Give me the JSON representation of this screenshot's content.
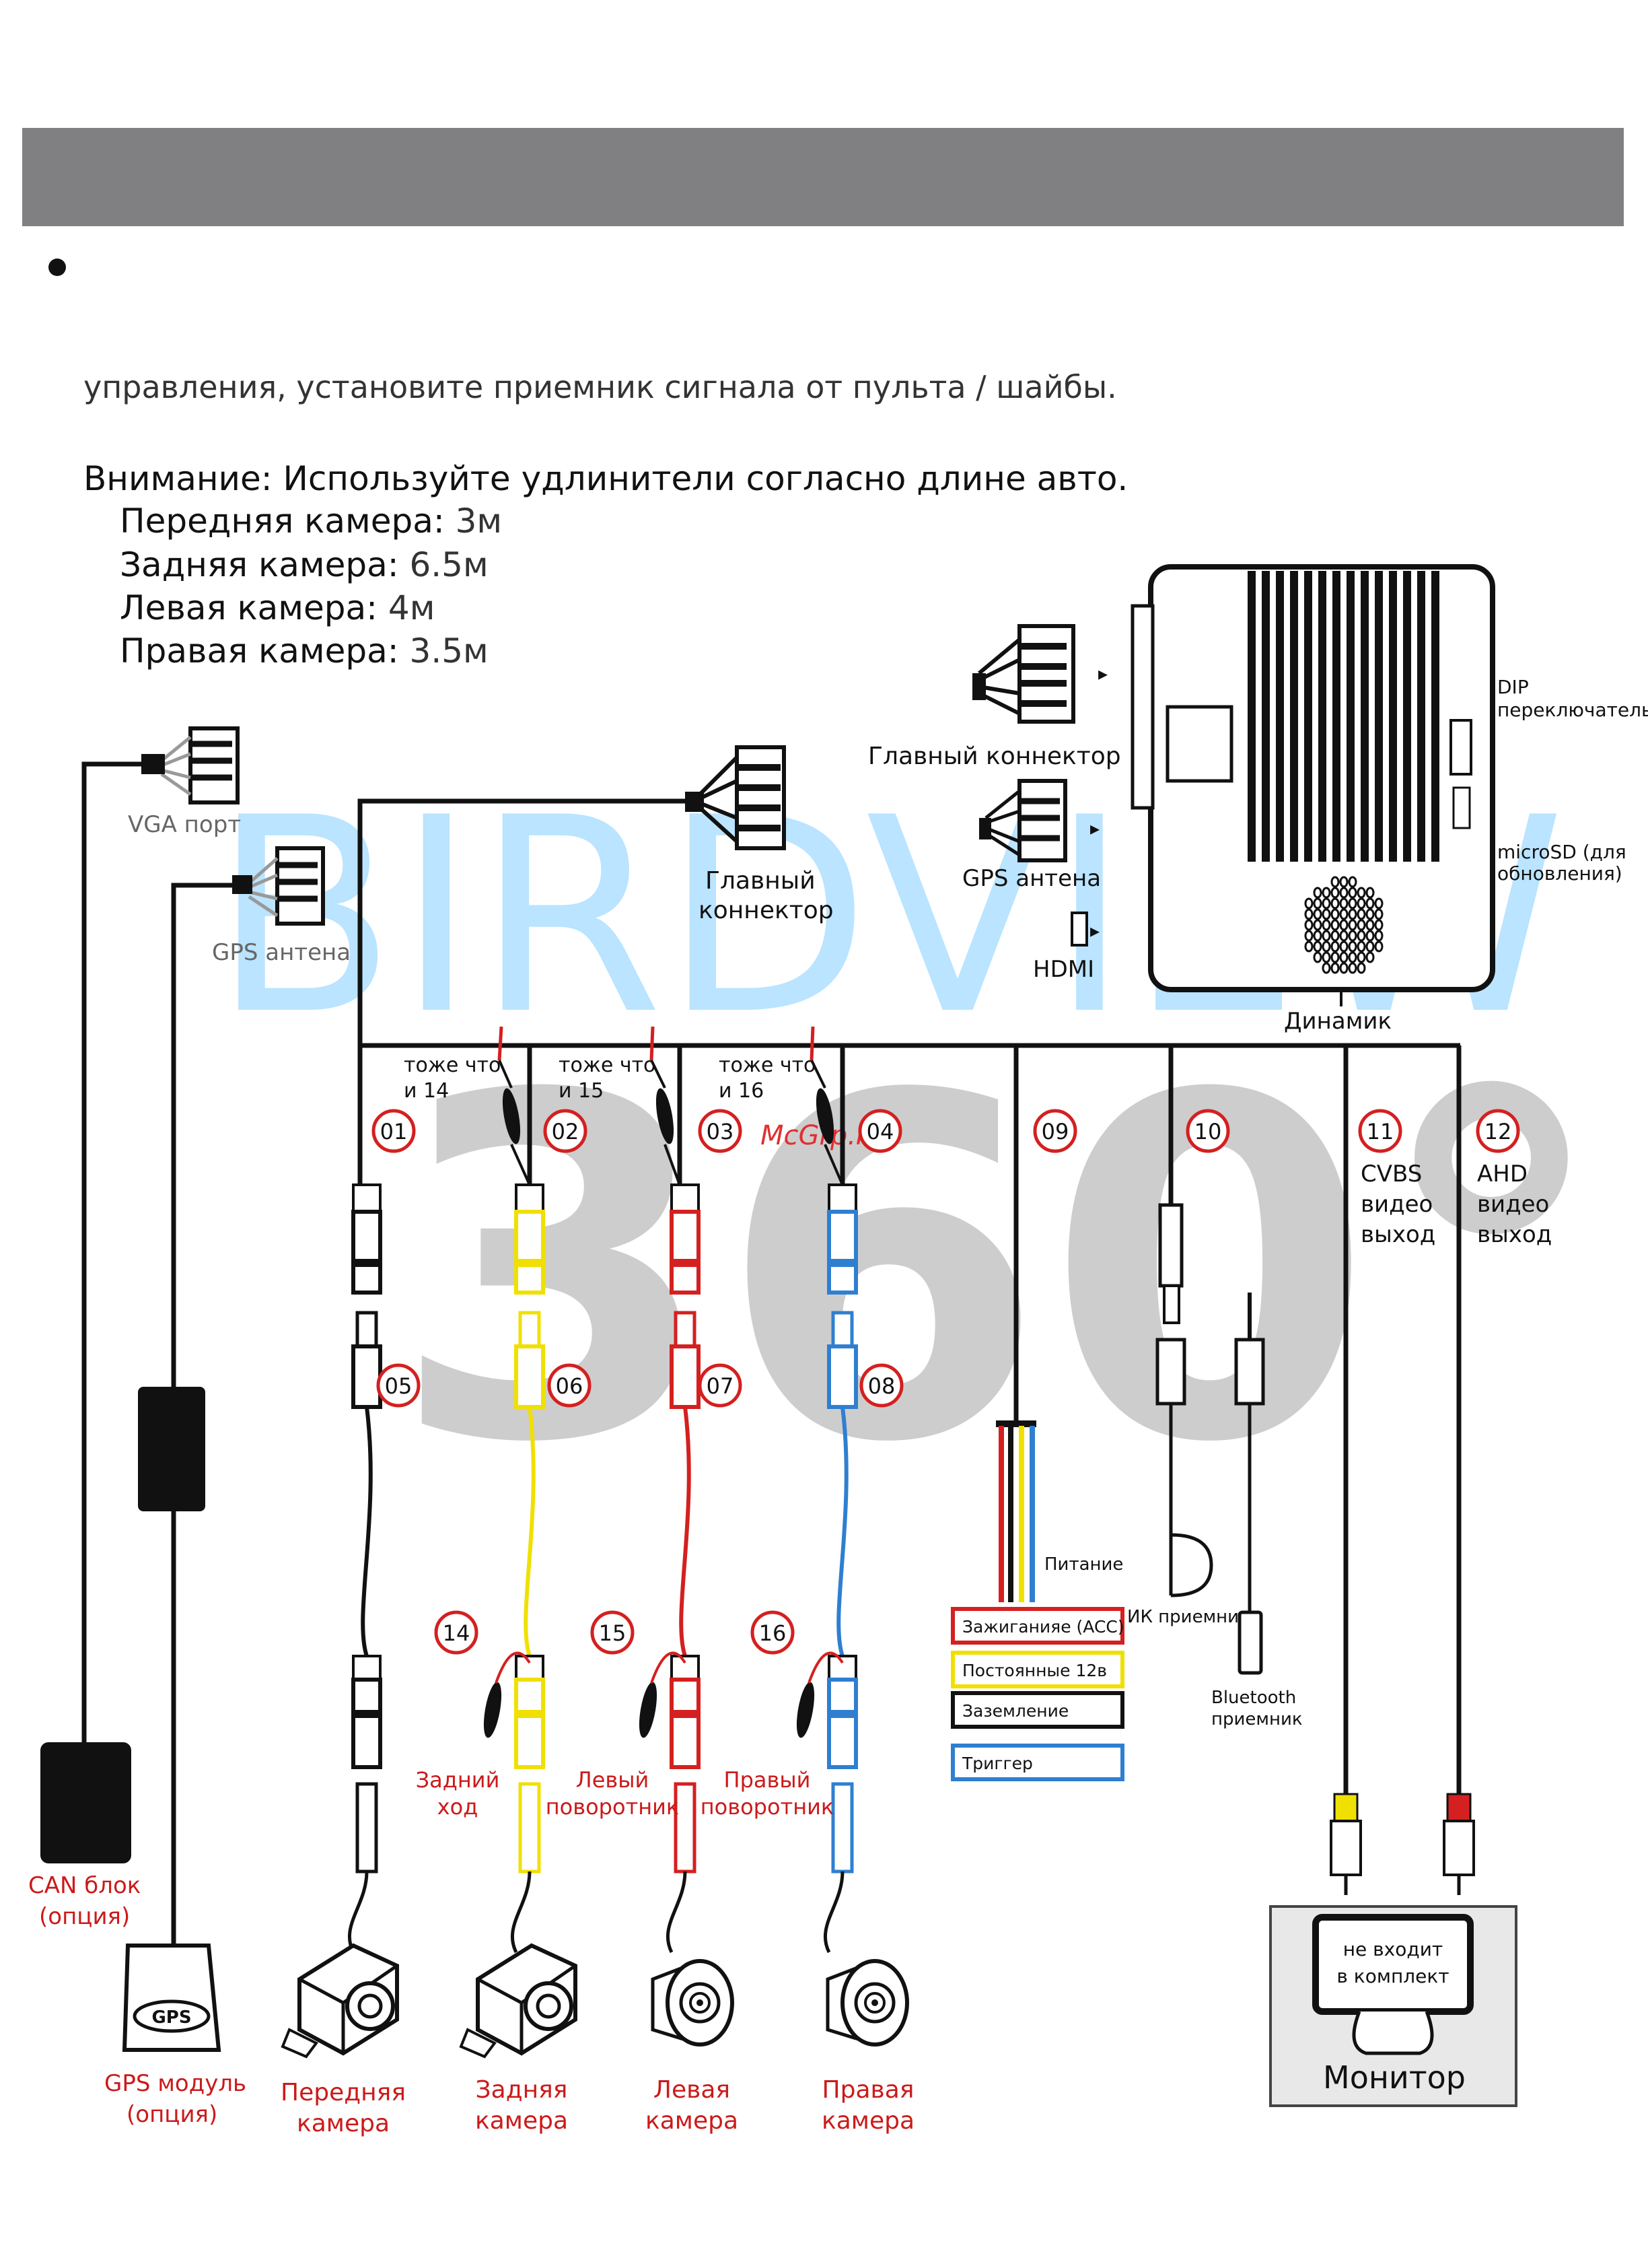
{
  "intro_text": "управления, установите приемник сигнала от пульта / шайбы.",
  "warning": "Внимание: Используйте удлинители согласно длине авто.",
  "camera_lengths": [
    {
      "label": "Передняя камера:",
      "value": "3м"
    },
    {
      "label": "Задняя камера:",
      "value": "6.5м"
    },
    {
      "label": "Левая камера:",
      "value": "4м"
    },
    {
      "label": "Правая камера:",
      "value": "3.5м"
    }
  ],
  "watermark": {
    "brand": "BIRDVIEW",
    "registered": "®",
    "degrees": "360°",
    "site": "McGrp.Ru"
  },
  "unit": {
    "main_connector": "Главный коннектор",
    "gps_antenna": "GPS антена",
    "hdmi": "HDMI",
    "dip": [
      "DIP",
      "переключатель"
    ],
    "microsd": [
      "microSD (для",
      "обновления)"
    ],
    "speaker": "Динамик",
    "gps_badge": "GPS"
  },
  "left": {
    "vga": "VGA порт",
    "gps": "GPS антена",
    "main_connector": [
      "Главный",
      "коннектор"
    ],
    "can": [
      "CAN блок",
      "(опция)"
    ],
    "gps_module": [
      "GPS модуль",
      "(опция)"
    ]
  },
  "markers": [
    "01",
    "02",
    "03",
    "04",
    "05",
    "06",
    "07",
    "08",
    "09",
    "10",
    "11",
    "12",
    "14",
    "15",
    "16"
  ],
  "same_as": [
    [
      "тоже что",
      "и 14"
    ],
    [
      "тоже что",
      "и 15"
    ],
    [
      "тоже что",
      "и 16"
    ]
  ],
  "outputs": {
    "cvbs": [
      "CVBS",
      "видео",
      "выход"
    ],
    "ahd": [
      "AHD",
      "видео",
      "выход"
    ]
  },
  "power": {
    "title": "Питание",
    "acc": "Зажиганияе (ACC)",
    "const": "Постоянные 12в",
    "ground": "Заземление",
    "trigger": "Триггер",
    "colors": {
      "acc": "#d02020",
      "const": "#e8d800",
      "ground": "#111111",
      "trigger": "#2a6fc0"
    }
  },
  "ir": "ИК приемник",
  "bt": [
    "Bluetooth",
    "приемник"
  ],
  "signals": {
    "reverse": [
      "Задний",
      "ход"
    ],
    "left_turn": [
      "Левый",
      "поворотник"
    ],
    "right_turn": [
      "Правый",
      "поворотник"
    ]
  },
  "cameras": {
    "front": [
      "Передняя",
      "камера"
    ],
    "rear": [
      "Задняя",
      "камера"
    ],
    "left": [
      "Левая",
      "камера"
    ],
    "right": [
      "Правая",
      "камера"
    ]
  },
  "monitor": {
    "note": [
      "не входит",
      "в комплект"
    ],
    "label": "Монитор"
  },
  "colors": {
    "yellow": "#f0e000",
    "red": "#d42020",
    "blue": "#2f7fd0",
    "accent_text": "#cc1a1a",
    "watermark": "#aee0ff"
  }
}
